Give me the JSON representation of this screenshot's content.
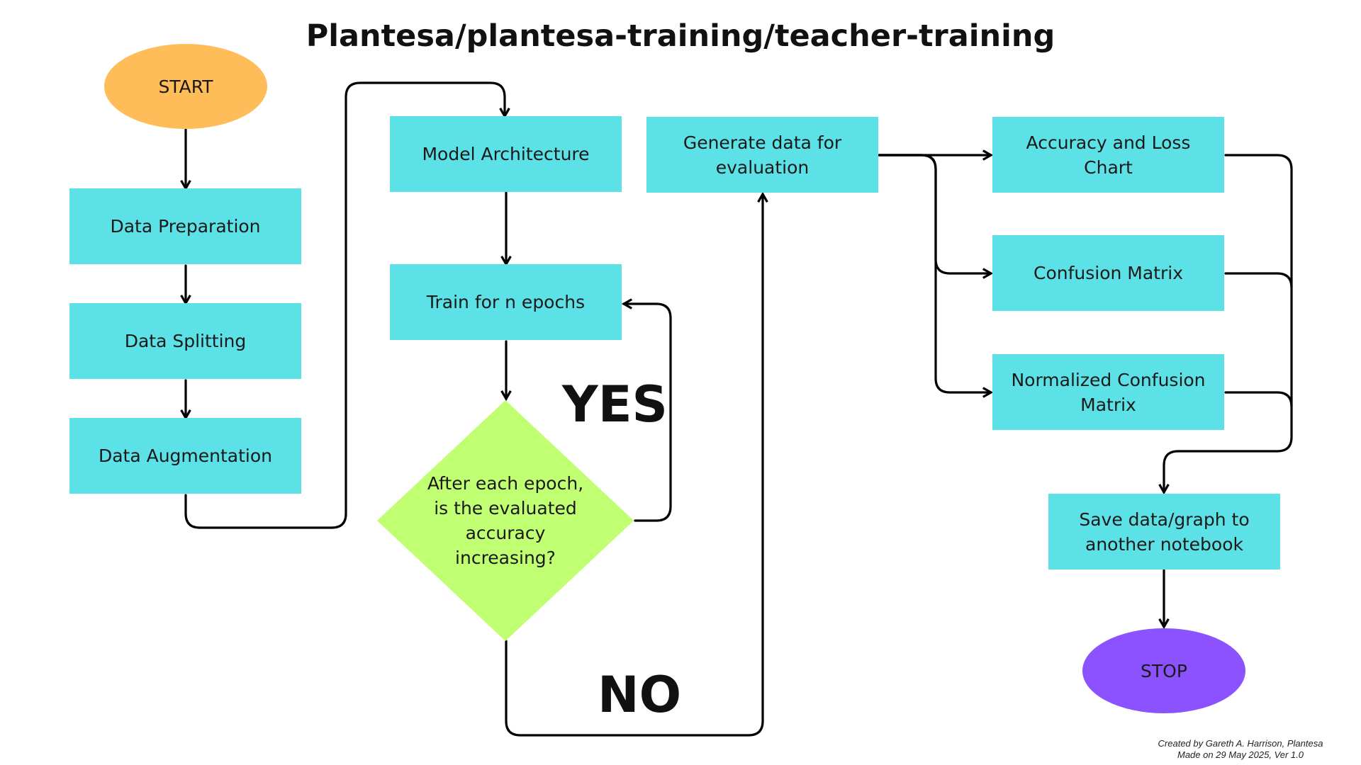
{
  "title": "Plantesa/plantesa-training/teacher-training",
  "nodes": {
    "start": "START",
    "data_preparation": "Data Preparation",
    "data_splitting": "Data Splitting",
    "data_augmentation": "Data Augmentation",
    "model_architecture": "Model Architecture",
    "train": "Train for n epochs",
    "decision": "After each epoch,\nis the evaluated\naccuracy\nincreasing?",
    "generate_data": "Generate data for\nevaluation",
    "accuracy_loss_chart": "Accuracy and Loss Chart",
    "confusion_matrix": "Confusion Matrix",
    "normalized_confusion_matrix": "Normalized Confusion\nMatrix",
    "save_data": "Save data/graph to\nanother notebook",
    "stop": "STOP"
  },
  "labels": {
    "yes": "YES",
    "no": "NO"
  },
  "credit": {
    "line1": "Created by Gareth A. Harrison, Plantesa",
    "line2": "Made on 29 May 2025, Ver 1.0"
  },
  "colors": {
    "process": "#5ce1e6",
    "start": "#ffbd59",
    "stop": "#8c52ff",
    "decision": "#c1ff72",
    "arrow": "#000000"
  }
}
